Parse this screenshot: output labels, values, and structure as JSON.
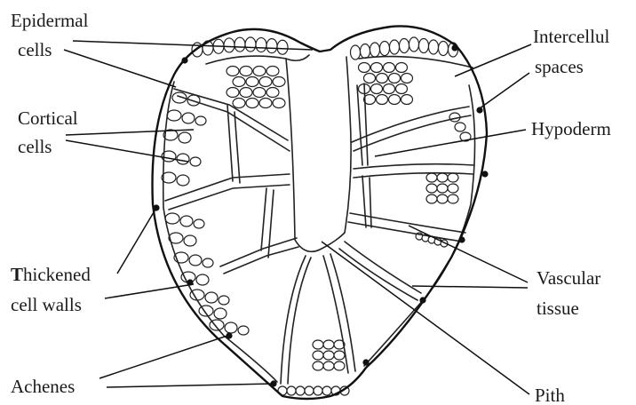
{
  "labels": {
    "epidermal_cells_1": "Epidermal",
    "epidermal_cells_2": "cells",
    "cortical_cells_1": "Cortical",
    "cortical_cells_2": "cells",
    "thickened_walls_1a": "T",
    "thickened_walls_1b": "hickened",
    "thickened_walls_2": "cell walls",
    "achenes": "Achenes",
    "intercellular_1": "Intercellul",
    "intercellular_2": "spaces",
    "hypodermis": "Hypoderm",
    "vascular_1": "Vascular",
    "vascular_2": "tissue",
    "pith": "Pith"
  }
}
